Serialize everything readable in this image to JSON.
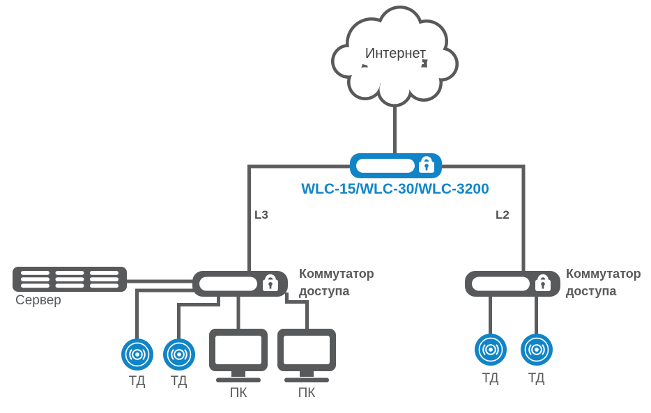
{
  "colors": {
    "device_blue": "#1184c7",
    "device_gray": "#58595b",
    "line_gray": "#5b5c5e",
    "label_gray": "#58595b",
    "controller_text_blue": "#1286ca",
    "cloud_text": "#3d3e40"
  },
  "cloud": {
    "label": "Интернет"
  },
  "controller": {
    "label": "WLC-15/WLC-30/WLC-3200",
    "icon": "router-lock-icon"
  },
  "links": {
    "left": "L3",
    "right": "L2"
  },
  "switches": {
    "left": {
      "label_line1": "Коммутатор",
      "label_line2": "доступа",
      "icon": "switch-lock-icon"
    },
    "right": {
      "label_line1": "Коммутатор",
      "label_line2": "доступа",
      "icon": "switch-lock-icon"
    }
  },
  "server": {
    "label": "Сервер",
    "icon": "server-icon"
  },
  "access_points": {
    "left": [
      {
        "label": "ТД"
      },
      {
        "label": "ТД"
      }
    ],
    "right": [
      {
        "label": "ТД"
      },
      {
        "label": "ТД"
      }
    ]
  },
  "computers": [
    {
      "label": "ПК"
    },
    {
      "label": "ПК"
    }
  ]
}
